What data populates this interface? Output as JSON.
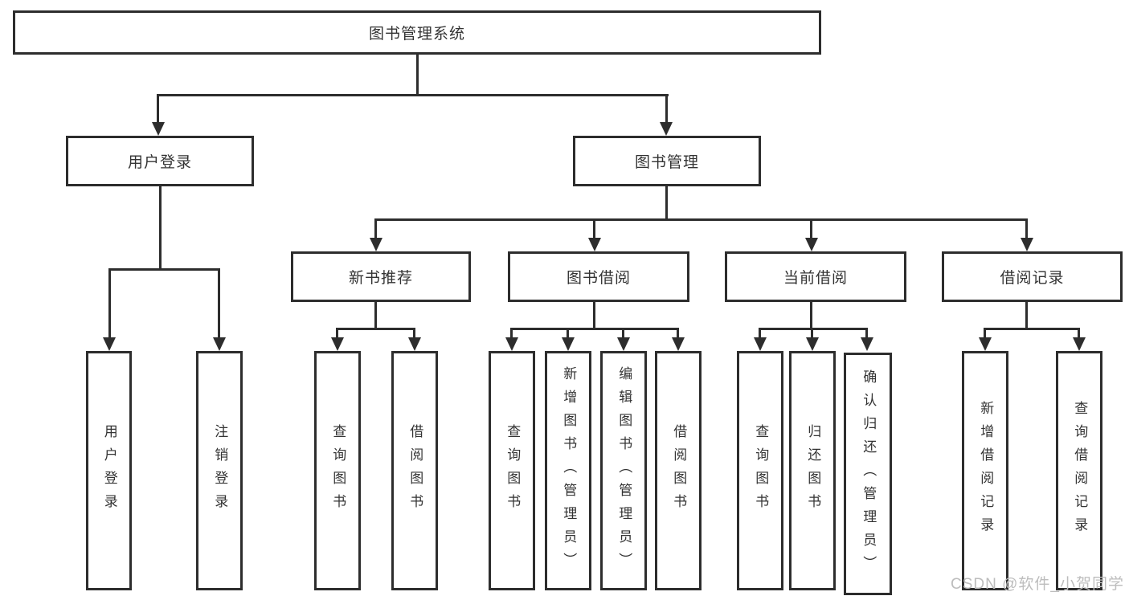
{
  "colors": {
    "line": "#2d2d2d",
    "box_border": "#2d2d2d",
    "box_background": "#ffffff",
    "text": "#333333",
    "watermark": "#bdbdbd",
    "page_background": "#ffffff"
  },
  "root": {
    "label": "图书管理系统"
  },
  "level2": [
    {
      "label": "用户登录"
    },
    {
      "label": "图书管理"
    }
  ],
  "level3": [
    {
      "label": "新书推荐"
    },
    {
      "label": "图书借阅"
    },
    {
      "label": "当前借阅"
    },
    {
      "label": "借阅记录"
    }
  ],
  "leaves": {
    "user": [
      {
        "label": "用户登录"
      },
      {
        "label": "注销登录"
      }
    ],
    "newbook": [
      {
        "label": "查询图书"
      },
      {
        "label": "借阅图书"
      }
    ],
    "borrow": [
      {
        "label": "查询图书"
      },
      {
        "label": "新增图书（管理员）"
      },
      {
        "label": "编辑图书（管理员）"
      },
      {
        "label": "借阅图书"
      }
    ],
    "current": [
      {
        "label": "查询图书"
      },
      {
        "label": "归还图书"
      },
      {
        "label": "确认归还（管理员）"
      }
    ],
    "records": [
      {
        "label": "新增借阅记录"
      },
      {
        "label": "查询借阅记录"
      }
    ]
  },
  "watermark": {
    "text": "CSDN @软件_小贺同学"
  }
}
